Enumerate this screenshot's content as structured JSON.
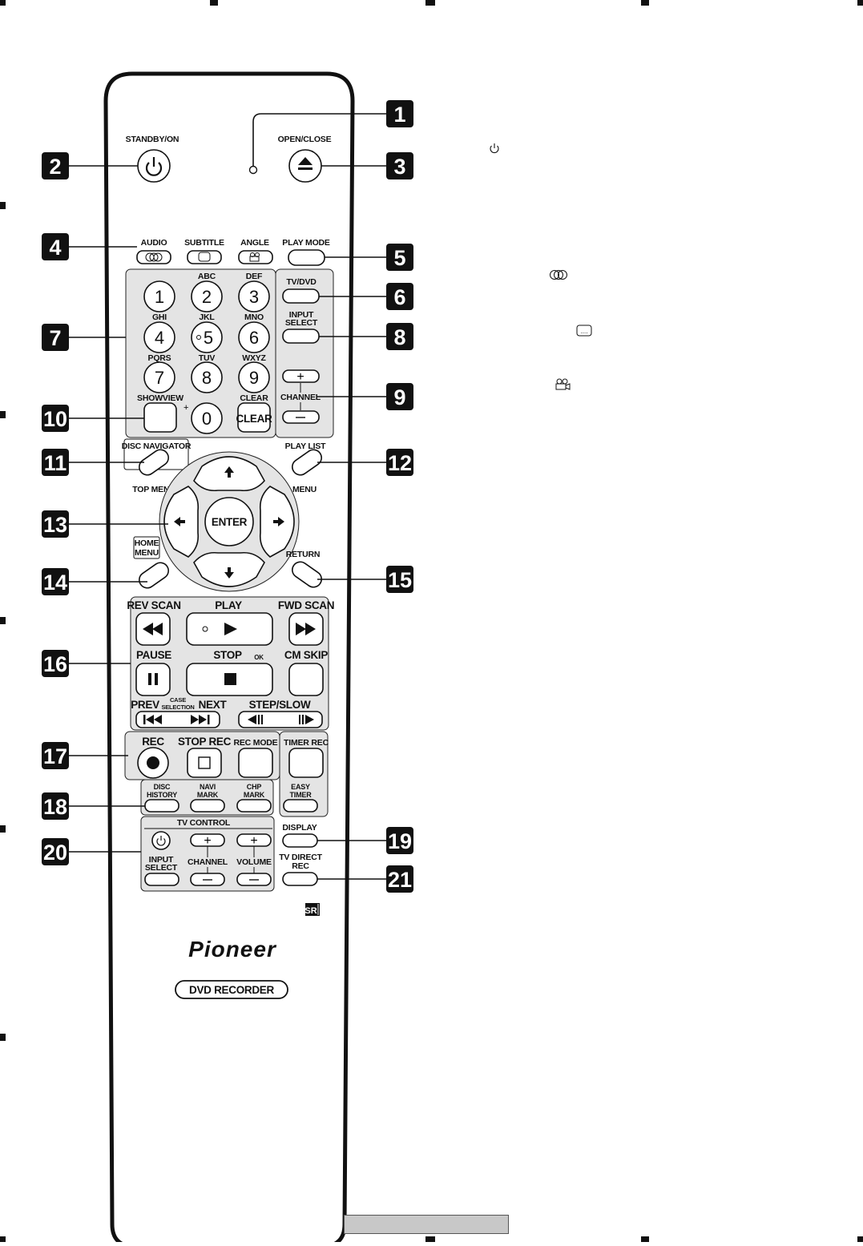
{
  "remote": {
    "brand": "Pioneer",
    "model_label": "DVD RECORDER",
    "sr_logo": "SR",
    "labels": {
      "standby": "STANDBY/ON",
      "open_close": "OPEN/CLOSE",
      "audio": "AUDIO",
      "subtitle": "SUBTITLE",
      "angle": "ANGLE",
      "play_mode": "PLAY MODE",
      "tv_dvd": "TV/DVD",
      "input_select_1": "INPUT",
      "input_select_2": "SELECT",
      "channel": "CHANNEL",
      "showview": "SHOWVIEW",
      "clear_top": "CLEAR",
      "clear_btn": "CLEAR",
      "disc_navigator": "DISC NAVIGATOR",
      "top_menu": "TOP MENU",
      "play_list": "PLAY LIST",
      "menu": "MENU",
      "enter": "ENTER",
      "home_1": "HOME",
      "home_2": "MENU",
      "return": "RETURN",
      "rev_scan": "REV SCAN",
      "play": "PLAY",
      "fwd_scan": "FWD SCAN",
      "pause": "PAUSE",
      "stop": "STOP",
      "ok": "OK",
      "cm_skip": "CM SKIP",
      "prev": "PREV",
      "case_1": "CASE",
      "case_2": "SELECTION",
      "next": "NEXT",
      "step_slow": "STEP/SLOW",
      "rec": "REC",
      "stop_rec": "STOP REC",
      "rec_mode": "REC MODE",
      "timer_rec": "TIMER REC",
      "disc_history_1": "DISC",
      "disc_history_2": "HISTORY",
      "navi_mark_1": "NAVI",
      "navi_mark_2": "MARK",
      "chp_mark_1": "CHP",
      "chp_mark_2": "MARK",
      "easy_timer_1": "EASY",
      "easy_timer_2": "TIMER",
      "tv_control": "TV CONTROL",
      "tv_input_1": "INPUT",
      "tv_input_2": "SELECT",
      "tv_channel": "CHANNEL",
      "tv_volume": "VOLUME",
      "display": "DISPLAY",
      "tv_direct_1": "TV DIRECT",
      "tv_direct_2": "REC"
    },
    "keypad": [
      {
        "digit": "1",
        "letters": ""
      },
      {
        "digit": "2",
        "letters": "ABC"
      },
      {
        "digit": "3",
        "letters": "DEF"
      },
      {
        "digit": "4",
        "letters": "GHI"
      },
      {
        "digit": "5",
        "letters": "JKL"
      },
      {
        "digit": "6",
        "letters": "MNO"
      },
      {
        "digit": "7",
        "letters": "PQRS"
      },
      {
        "digit": "8",
        "letters": "TUV"
      },
      {
        "digit": "9",
        "letters": "WXYZ"
      },
      {
        "digit": "0",
        "letters": ""
      }
    ]
  },
  "callouts": [
    "1",
    "2",
    "3",
    "4",
    "5",
    "6",
    "7",
    "8",
    "9",
    "10",
    "11",
    "12",
    "13",
    "14",
    "15",
    "16",
    "17",
    "18",
    "19",
    "20",
    "21"
  ],
  "icons": {
    "standby": "power-icon",
    "eject": "eject-icon",
    "audio": "audio-icon",
    "subtitle": "subtitle-icon",
    "angle": "angle-icon"
  }
}
